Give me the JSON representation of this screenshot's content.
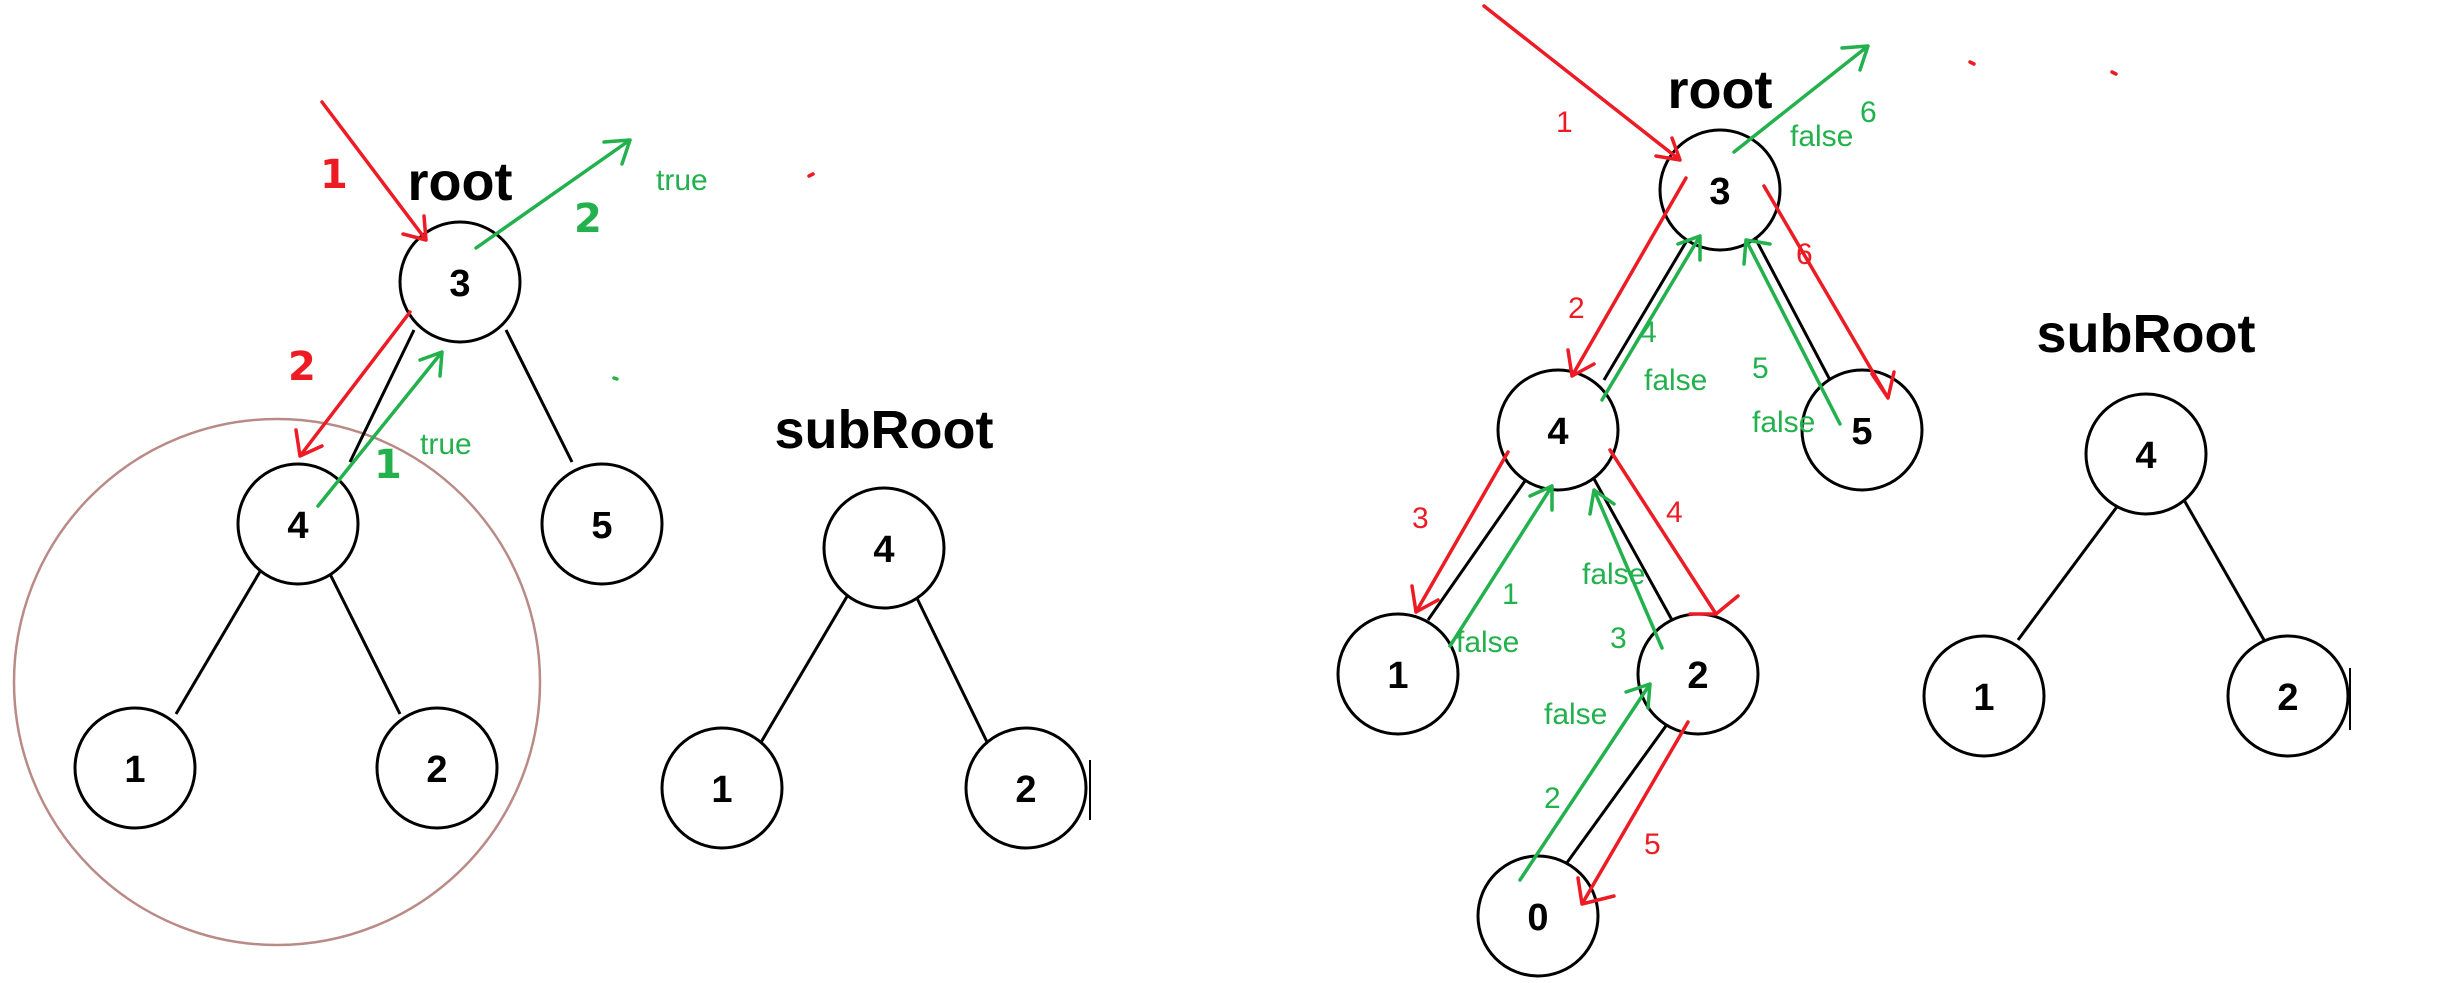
{
  "left": {
    "root_label": "root",
    "subroot_label": "subRoot",
    "root_nodes": {
      "n3": "3",
      "n4": "4",
      "n5": "5",
      "n1": "1",
      "n2": "2"
    },
    "sub_nodes": {
      "s4": "4",
      "s1": "1",
      "s2": "2"
    },
    "annotations": {
      "red_step_1": "1",
      "red_step_2": "2",
      "green_step_1": "1",
      "green_step_2": "2",
      "green_result_inner": "true",
      "green_result_outer": "true"
    },
    "colors": {
      "circle_highlight": "#b98a86"
    }
  },
  "right": {
    "root_label": "root",
    "subroot_label": "subRoot",
    "root_nodes": {
      "n3": "3",
      "n4": "4",
      "n5": "5",
      "n1": "1",
      "n2": "2",
      "n0": "0"
    },
    "sub_nodes": {
      "s4": "4",
      "s1": "1",
      "s2": "2"
    },
    "annotations": {
      "red_1": "1",
      "red_2": "2",
      "red_3": "3",
      "red_4": "4",
      "red_5": "5",
      "red_6": "6",
      "green_1": "1",
      "green_2": "2",
      "green_3": "3",
      "green_4": "4",
      "green_5": "5",
      "green_6": "6",
      "false_1": "false",
      "false_2": "false",
      "false_3": "false",
      "false_4": "false",
      "false_5": "false",
      "false_6": "false"
    }
  },
  "colors": {
    "red": "#ed1c24",
    "green": "#22b14c",
    "black": "#000000"
  }
}
